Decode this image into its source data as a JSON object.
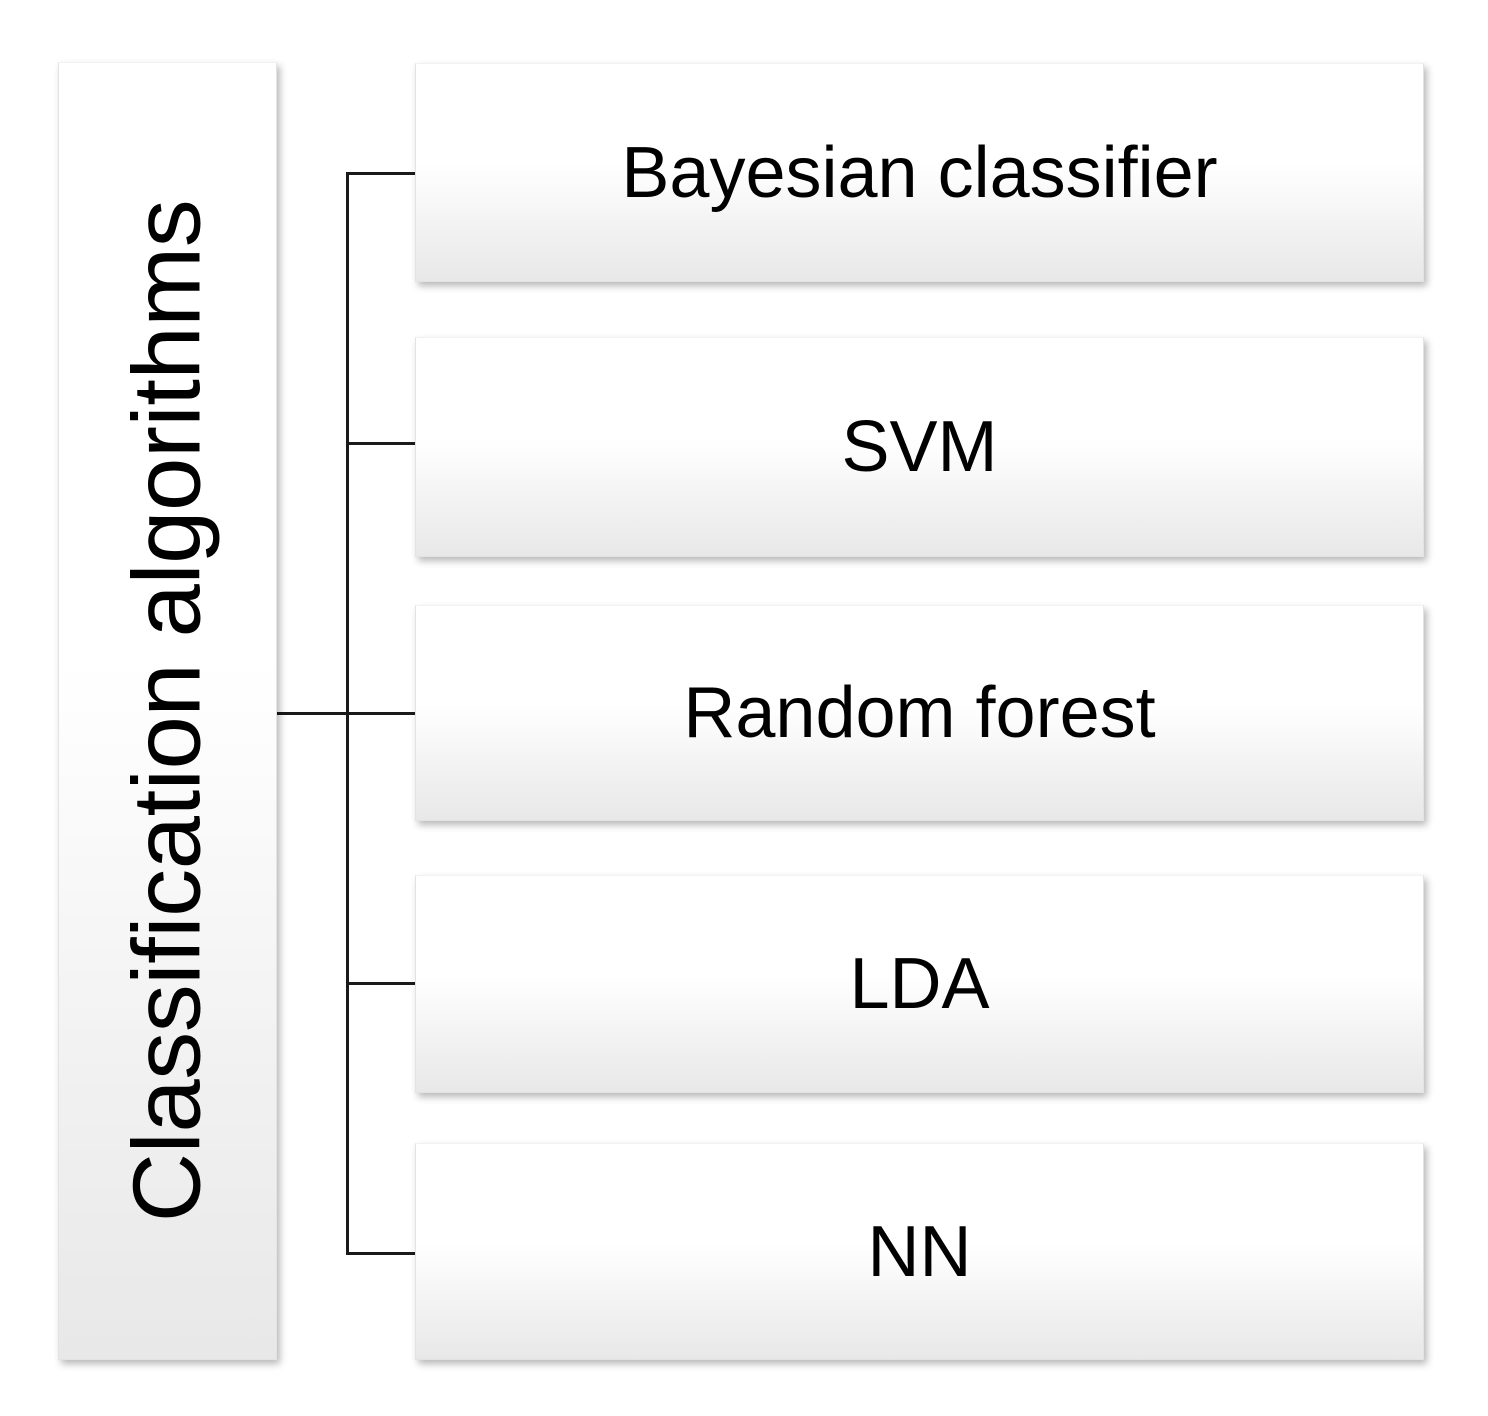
{
  "diagram": {
    "type": "horizontal-hierarchy",
    "root": {
      "label": "Classification algorithms",
      "orientation": "vertical-rotated-90-ccw"
    },
    "children": [
      {
        "id": "bayesian",
        "label": "Bayesian classifier"
      },
      {
        "id": "svm",
        "label": "SVM"
      },
      {
        "id": "randomforest",
        "label": "Random forest"
      },
      {
        "id": "lda",
        "label": "LDA"
      },
      {
        "id": "nn",
        "label": "NN"
      }
    ],
    "colors": {
      "box_fill_top": "#ffffff",
      "box_fill_bottom": "#e8e8e8",
      "box_border": "#e3e3e3",
      "connector": "#1a1a1a",
      "text": "#000000",
      "background": "#ffffff"
    }
  }
}
